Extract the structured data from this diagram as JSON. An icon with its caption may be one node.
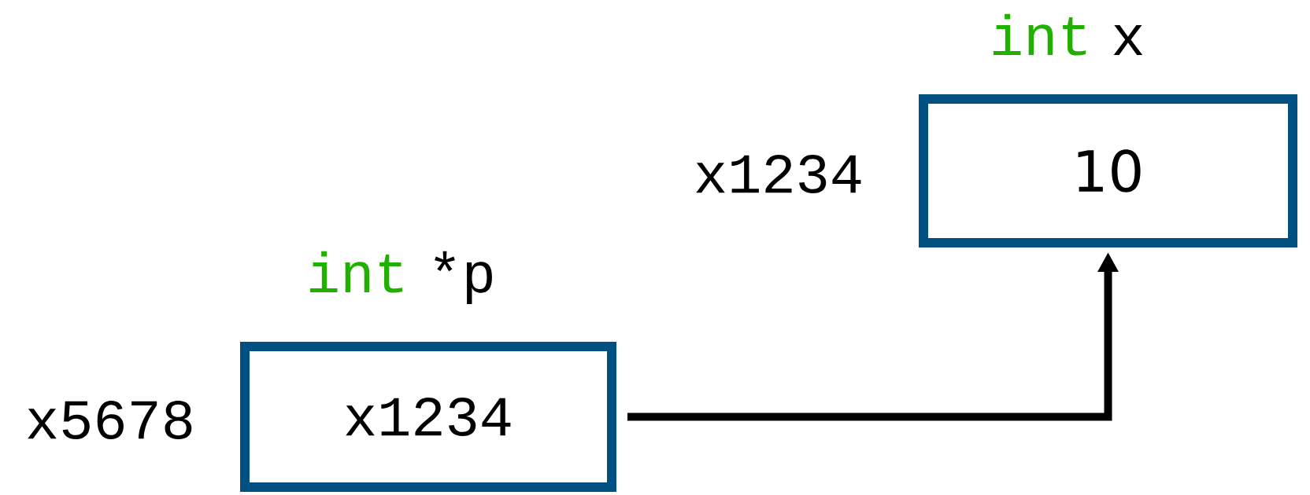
{
  "diagram": {
    "nodes": [
      {
        "text": [
          "int",
          "x",
          "10"
        ],
        "beside": [
          "x1234"
        ]
      },
      {
        "text": [
          "int",
          "*p",
          "x1234"
        ],
        "beside": [
          "x5678"
        ]
      }
    ],
    "edges": [
      {
        "from": 1,
        "to": 0,
        "arrow": "to"
      }
    ]
  }
}
